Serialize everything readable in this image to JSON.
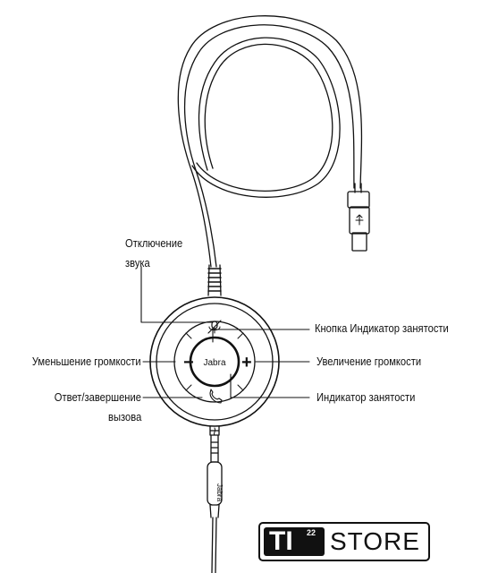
{
  "labels": {
    "mute": [
      "Отключение",
      "звука"
    ],
    "busy_button": "Кнопка Индикатор занятости",
    "volume_down": "Уменьшение громкости",
    "volume_up": "Увеличение громкости",
    "answer_end": [
      "Ответ/завершение",
      "вызова"
    ],
    "busy_indicator": "Индикатор занятости"
  },
  "device": {
    "brand_text": "Jabra",
    "minus_symbol": "−",
    "plus_symbol": "+"
  },
  "logo": {
    "ti": "TI",
    "superscript": "22",
    "store": "STORE"
  },
  "icons": [
    "mute-icon",
    "phone-icon",
    "usb-icon"
  ],
  "colors": {
    "line": "#111111",
    "background": "#ffffff"
  }
}
